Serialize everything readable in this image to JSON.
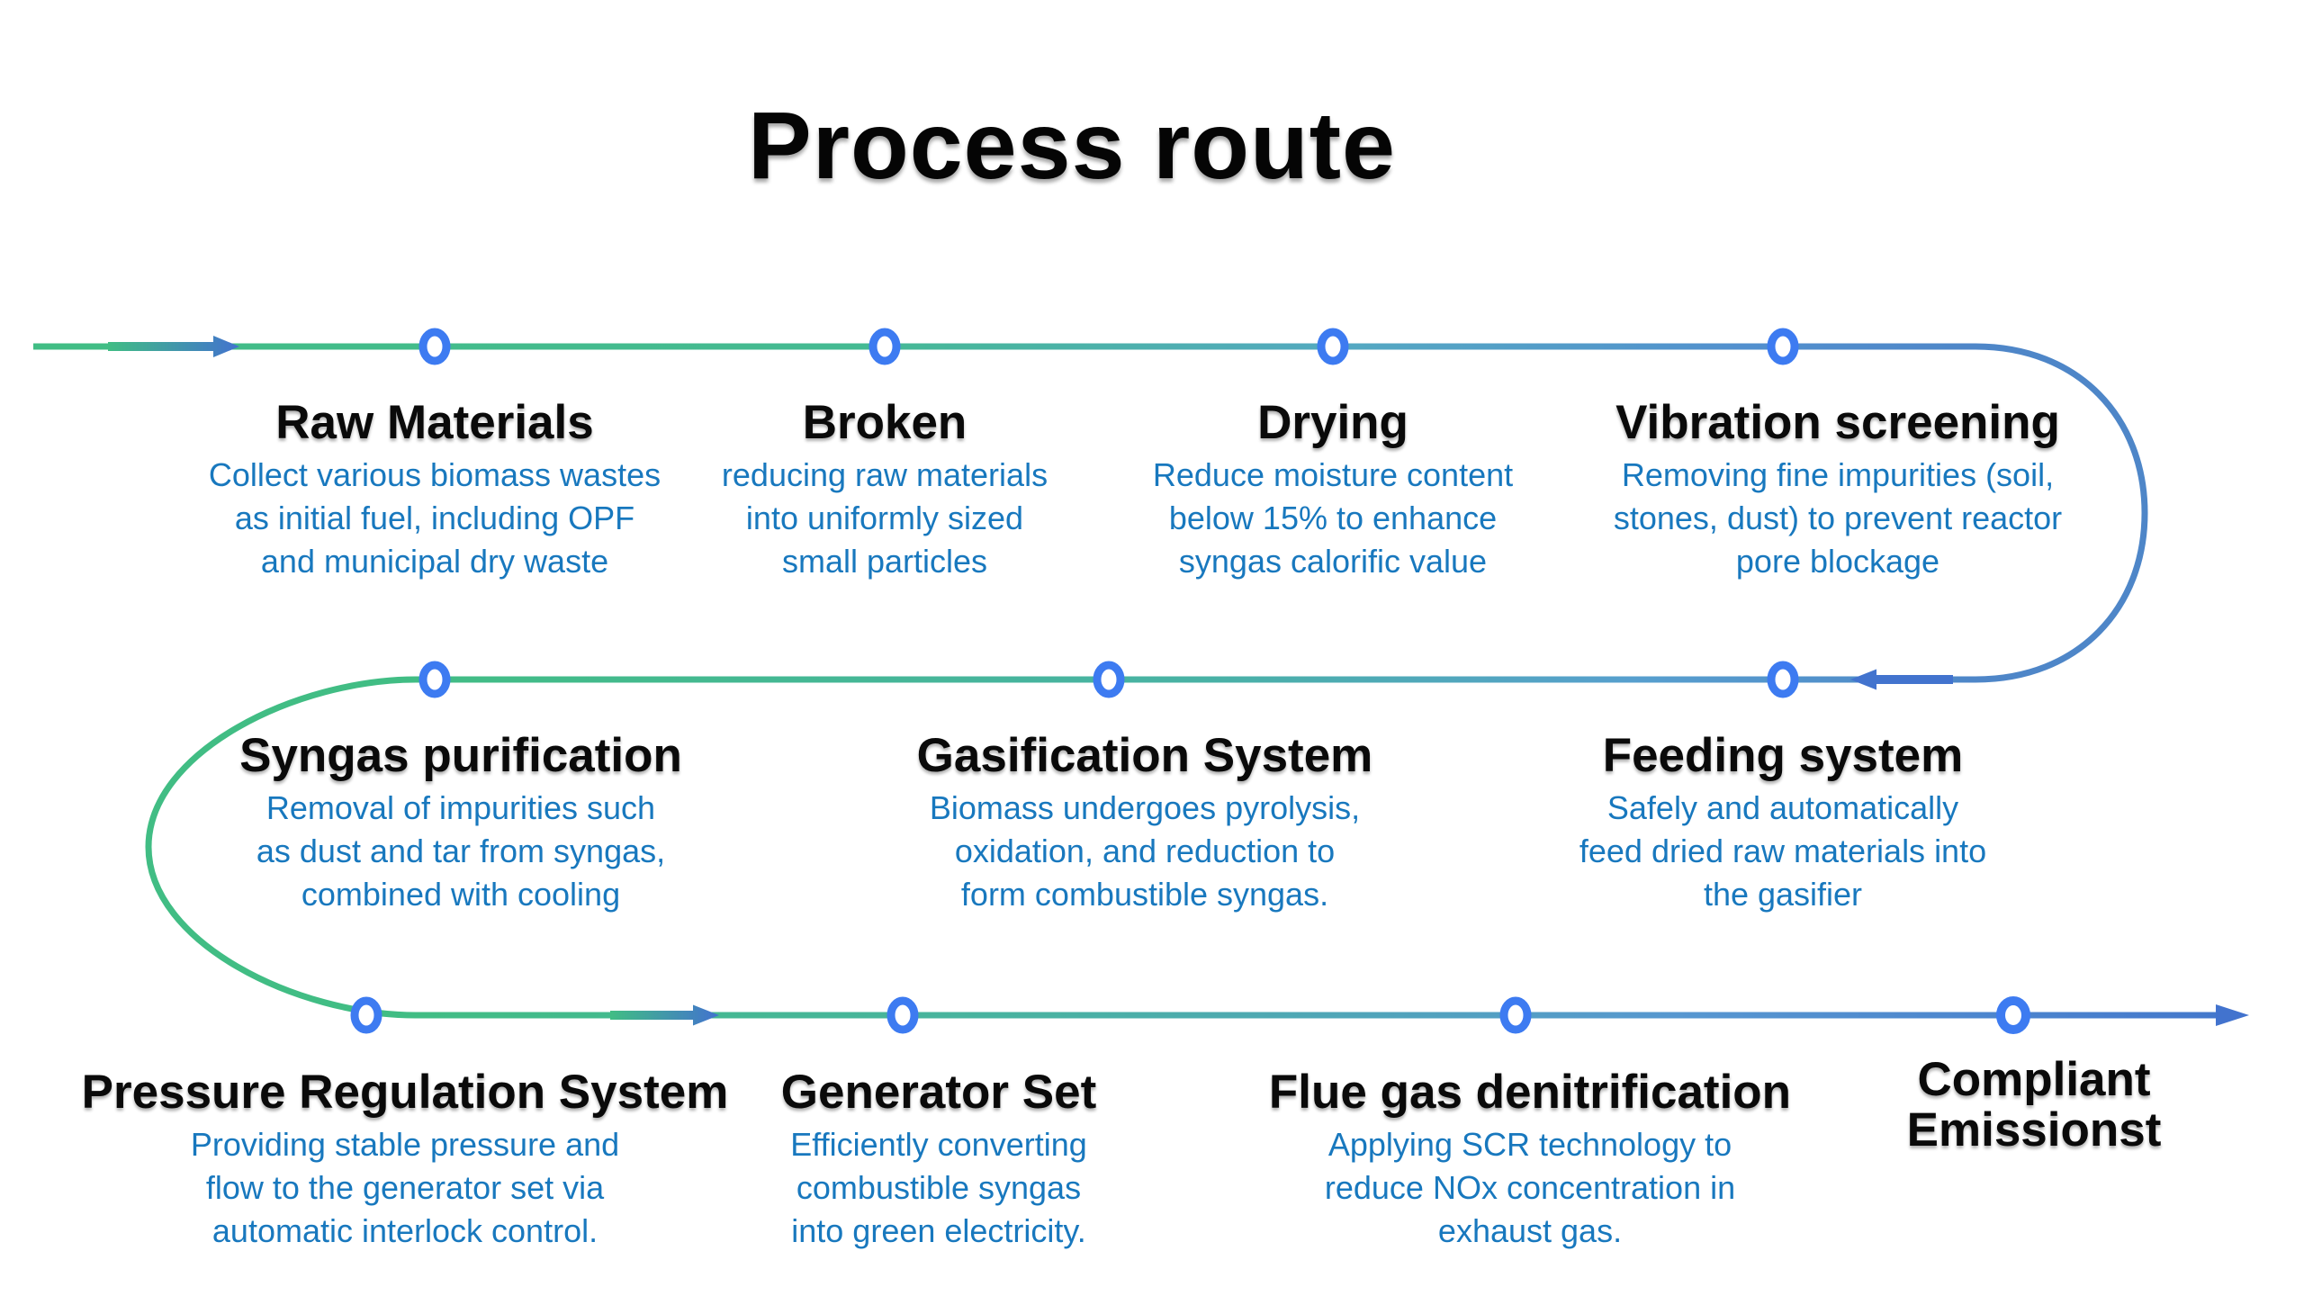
{
  "title": "Process route",
  "colors": {
    "line_green": "#41BD84",
    "line_teal": "#48B2A4",
    "line_blue": "#4E86C8",
    "arrow_blue": "#4273CE",
    "node_ring_blue": "#3D7BF1",
    "node_fill": "#FFFFFF",
    "heading_text": "#0A0A0A",
    "description_text": "#1878BE",
    "title_text": "#050505"
  },
  "steps": [
    {
      "title": "Raw Materials",
      "description": "Collect various biomass wastes\nas initial fuel, including OPF\nand municipal dry waste"
    },
    {
      "title": "Broken",
      "description": "reducing raw materials\ninto uniformly sized\nsmall particles"
    },
    {
      "title": "Drying",
      "description": "Reduce moisture content\nbelow 15% to enhance\nsyngas calorific value"
    },
    {
      "title": "Vibration screening",
      "description": "Removing fine impurities (soil,\nstones, dust) to prevent reactor\npore blockage"
    },
    {
      "title": "Feeding system",
      "description": "Safely and automatically\nfeed dried raw materials into\nthe gasifier"
    },
    {
      "title": "Gasification System",
      "description": "Biomass undergoes pyrolysis,\noxidation, and reduction to\nform combustible syngas."
    },
    {
      "title": "Syngas purification",
      "description": "Removal of impurities such\nas dust and tar from syngas,\ncombined with cooling"
    },
    {
      "title": "Pressure Regulation System",
      "description": "Providing stable pressure and\nflow to the generator set via\nautomatic interlock control."
    },
    {
      "title": "Generator Set",
      "description": "Efficiently converting\ncombustible syngas\ninto green electricity."
    },
    {
      "title": "Flue gas denitrification",
      "description": "Applying SCR technology to\nreduce NOx concentration in\nexhaust gas."
    },
    {
      "title": "Compliant\nEmissionst",
      "description": ""
    }
  ]
}
